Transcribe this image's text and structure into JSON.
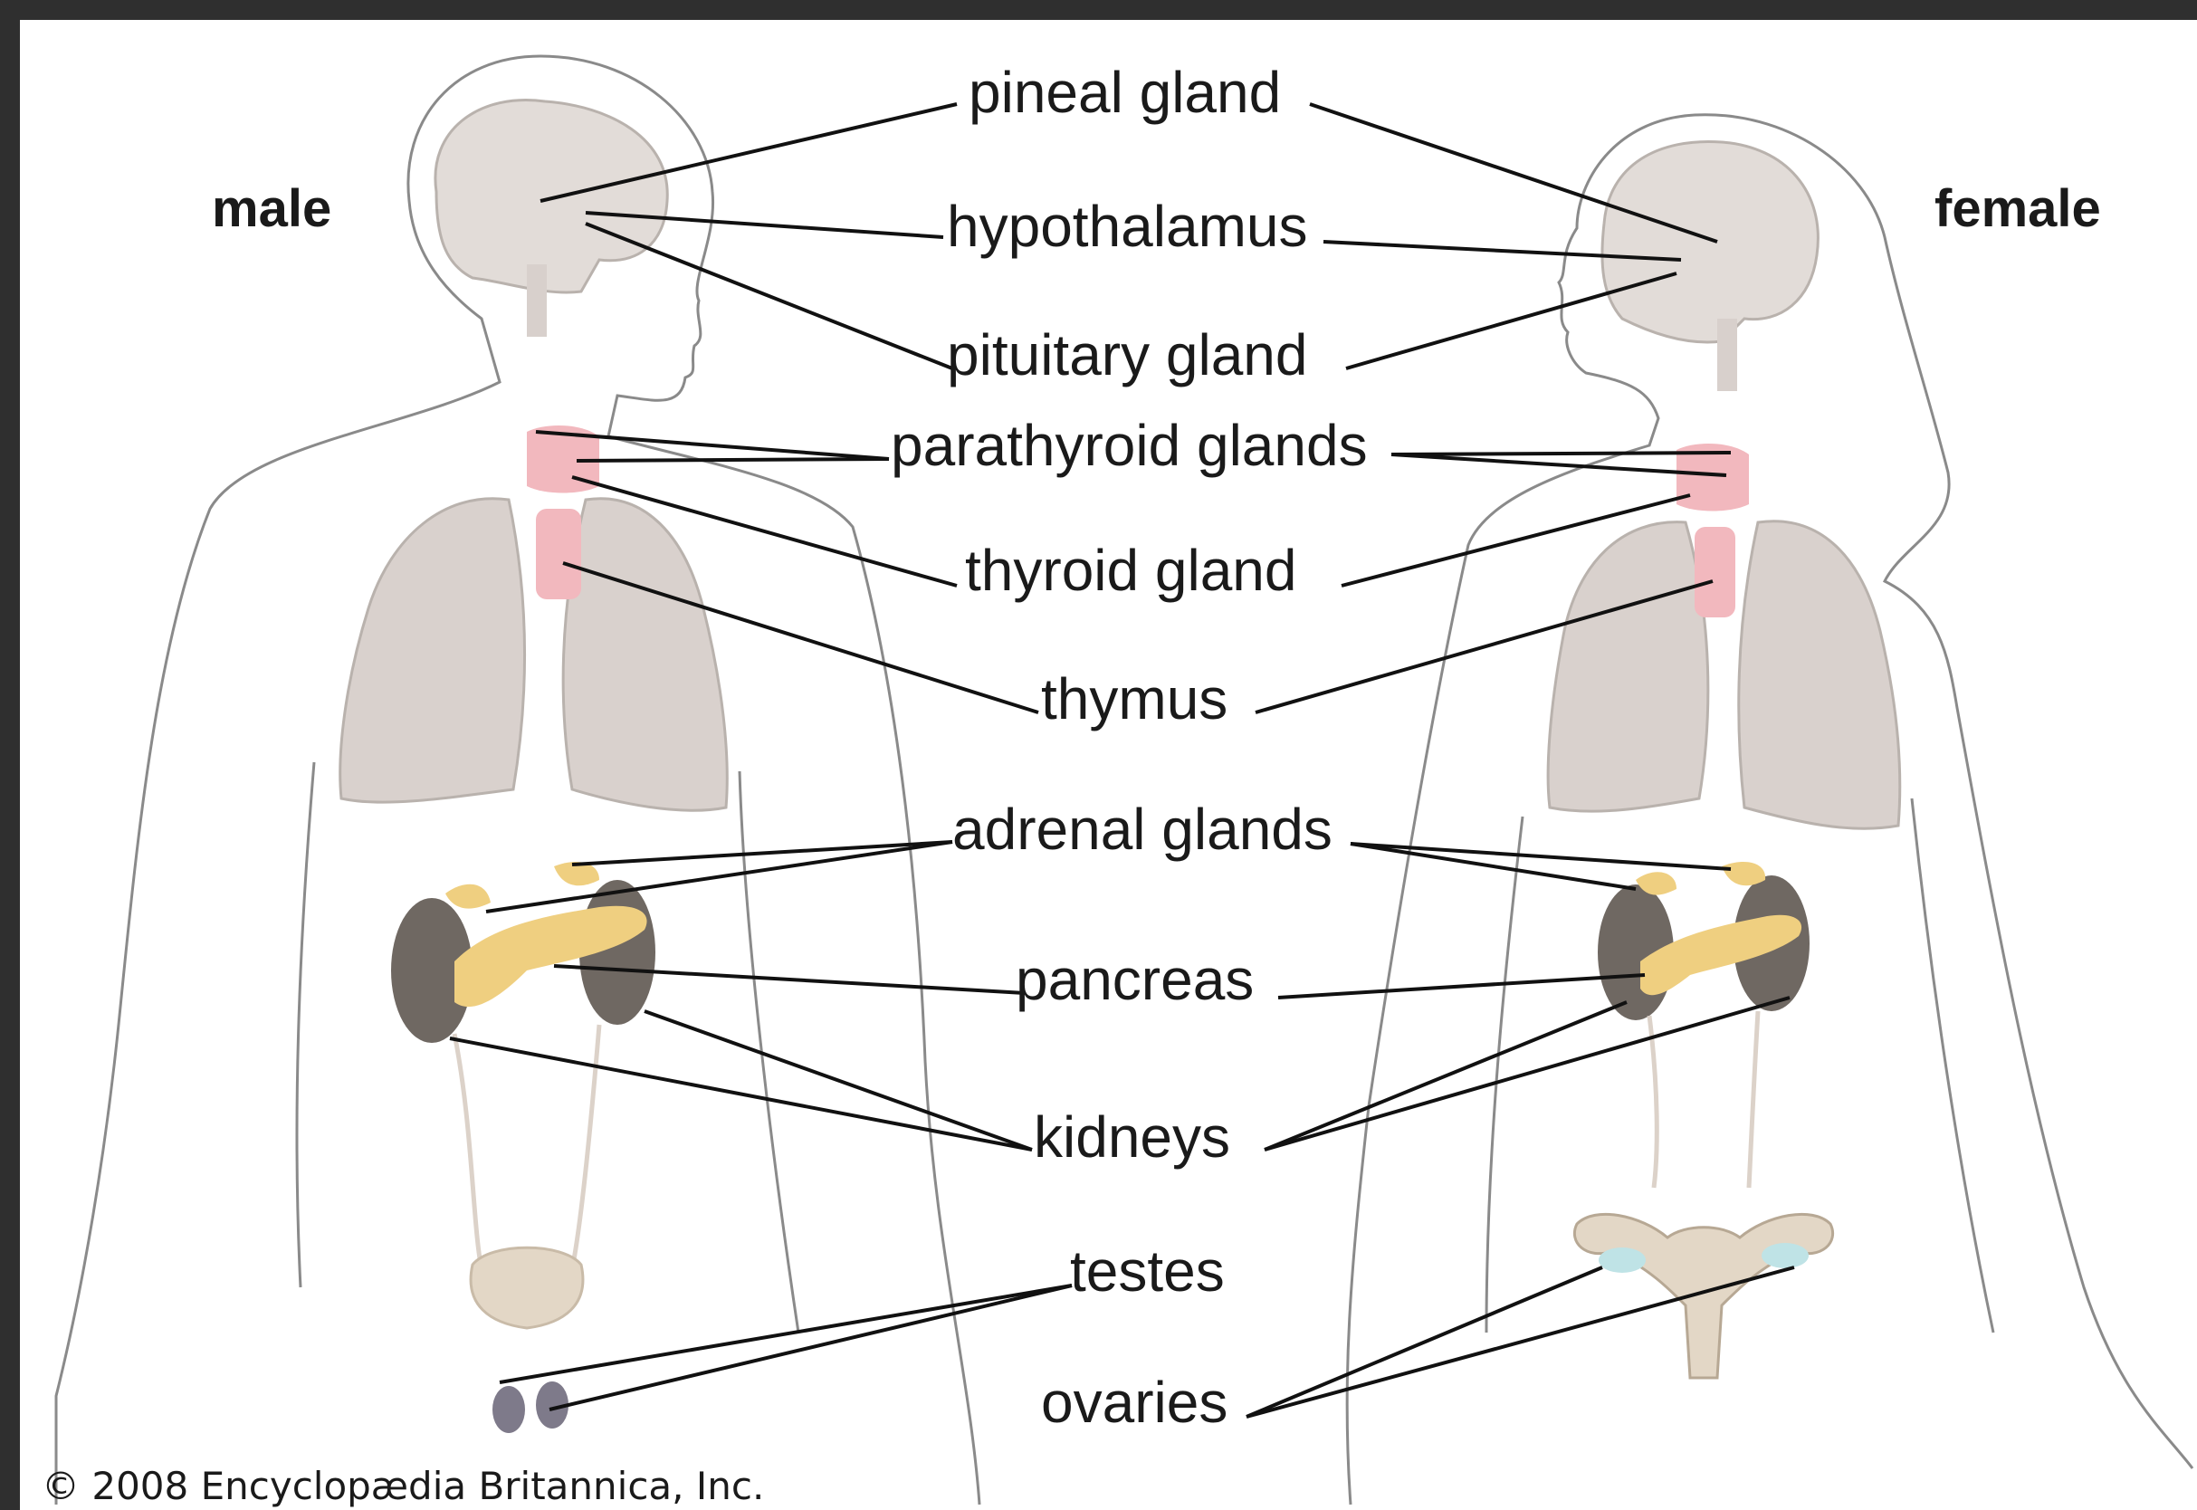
{
  "labels": {
    "male": "male",
    "female": "female",
    "pineal": "pineal gland",
    "hypothalamus": "hypothalamus",
    "pituitary": "pituitary gland",
    "parathyroid": "parathyroid glands",
    "thyroid": "thyroid gland",
    "thymus": "thymus",
    "adrenal": "adrenal glands",
    "pancreas": "pancreas",
    "kidneys": "kidneys",
    "testes": "testes",
    "ovaries": "ovaries"
  },
  "copyright": "© 2008 Encyclopædia Britannica, Inc.",
  "colors": {
    "outline": "#8a8a8a",
    "lungs": "#d9d1cd",
    "thyroid": "#f2b8be",
    "pancreas": "#efcf80",
    "kidney": "#6f6862",
    "bladder": "#e3d7c6",
    "brain": "#e2dcd8",
    "leader": "#111111"
  }
}
